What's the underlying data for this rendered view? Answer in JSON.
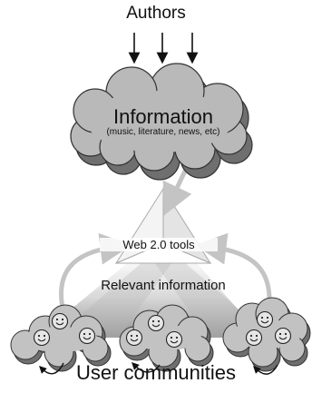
{
  "diagram": {
    "authors_label": "Authors",
    "information_title": "Information",
    "information_subtitle": "(music, literature, news, etc)",
    "tools_label": "Web 2.0 tools",
    "relevant_label": "Relevant information",
    "communities_label": "User communities"
  },
  "colors": {
    "cloud_fill": "#b9b9b9",
    "cloud_shadow": "#6f6f6f",
    "cloud_stroke": "#333333",
    "arrow_gray": "#c4c4c4",
    "face_fill": "#e6e6e6"
  },
  "icons": [
    "down-arrow-icon",
    "smiley-face-icon",
    "curved-arrow-icon",
    "cloud-icon",
    "pyramid-icon"
  ]
}
